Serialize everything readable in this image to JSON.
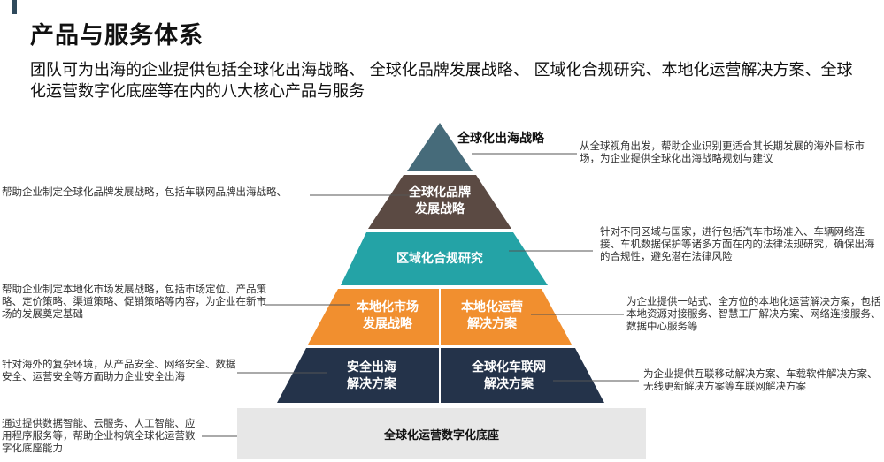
{
  "header": {
    "title": "产品与服务体系",
    "subtitle": "团队可为出海的企业提供包括全球化出海战略、 全球化品牌发展战略、 区域化合规研究、本地化运营解决方案、全球化运营数字化底座等在内的八大核心产品与服务"
  },
  "pyramid": {
    "levels": [
      {
        "label": "全球化出海战略",
        "color": "#466b7a"
      },
      {
        "label": "全球化品牌\n发展战略",
        "color": "#5b4a43"
      },
      {
        "label": "区域化合规研究",
        "color": "#24a3a6"
      },
      {
        "left_label": "本地化市场\n发展战略",
        "right_label": "本地化运营\n解决方案",
        "color": "#f18f2f"
      },
      {
        "left_label": "安全出海\n解决方案",
        "right_label": "全球化车联网\n解决方案",
        "color": "#24334a"
      }
    ],
    "base_label": "全球化运营数字化底座",
    "base_color": "#e7e7e7"
  },
  "notes": {
    "strategy": "从全球视角出发，帮助企业识别更适合其长期发展的海外目标市场，为企业提供全球化出海战略规划与建议",
    "brand": "帮助企业制定全球化品牌发展战略，包括车联网品牌出海战略、",
    "compliance": "针对不同区域与国家，进行包括汽车市场准入、车辆网络连接、车机数据保护等诸多方面在内的法律法规研究，确保出海的合规性，避免潜在法律风险",
    "local_market": "帮助企业制定本地化市场发展战略，包括市场定位、产品策略、定价策略、渠道策略、促销策略等内容，为企业在新市场的发展奠定基础",
    "local_ops": "为企业提供一站式、全方位的本地化运营解决方案，包括本地资源对接服务、智慧工厂解决方案、网络连接服务、数据中心服务等",
    "security": "针对海外的复杂环境，从产品安全、网络安全、数据安全、运营安全等方面助力企业安全出海",
    "connected_car": "为企业提供互联移动解决方案、车载软件解决方案、无线更新解决方案等车联网解决方案",
    "base": "通过提供数据智能、云服务、人工智能、应用程序服务等，帮助企业构筑全球化运营数字化底座能力"
  }
}
